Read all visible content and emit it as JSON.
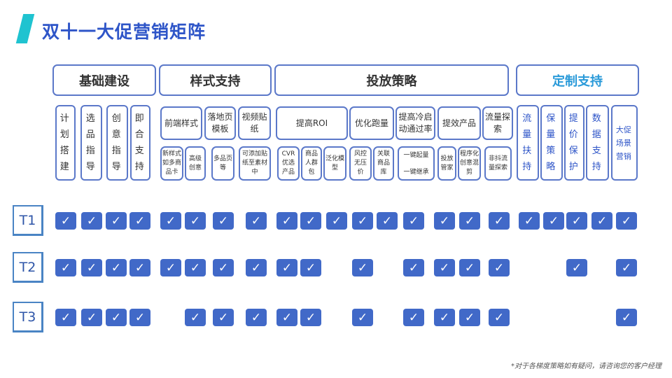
{
  "title": "双十一大促营销矩阵",
  "groups": [
    "基础建设",
    "样式支持",
    "投放策略",
    "定制支持"
  ],
  "subgroups": [
    "前端样式",
    "落地页模板",
    "视频贴纸",
    "提高ROI",
    "优化跑量",
    "提高冷启动通过率",
    "提效产品",
    "流量探索"
  ],
  "columns": [
    "计划搭建",
    "选品指导",
    "创意指导",
    "即合支持",
    "新样式如多商品卡",
    "高级创意",
    "多品页等",
    "可添加贴纸至素材中",
    "CVR优选产品",
    "商品人群包",
    "泛化模型",
    "风控无压价",
    "关联商品库",
    "一键起量 一键继承",
    "投放管家",
    "程序化创意混剪",
    "非抖流量探索",
    "流量扶持",
    "保量策略",
    "提价保护",
    "数据支持",
    "大促场景营销"
  ],
  "check_symbol": "✓",
  "tiers": [
    {
      "label": "T1",
      "support": [
        1,
        1,
        1,
        1,
        1,
        1,
        1,
        1,
        1,
        1,
        1,
        1,
        1,
        1,
        1,
        1,
        1,
        1,
        1,
        1,
        1,
        1
      ]
    },
    {
      "label": "T2",
      "support": [
        1,
        1,
        1,
        1,
        1,
        1,
        1,
        1,
        1,
        1,
        0,
        1,
        0,
        1,
        1,
        1,
        1,
        0,
        0,
        1,
        0,
        1
      ]
    },
    {
      "label": "T3",
      "support": [
        1,
        1,
        1,
        1,
        0,
        1,
        1,
        1,
        1,
        1,
        0,
        1,
        0,
        1,
        1,
        1,
        1,
        0,
        0,
        0,
        0,
        1
      ]
    }
  ],
  "footnote": "*对于各梯度策略如有疑问，请咨询您的客户经理",
  "colors": {
    "accent": "#2e55c8",
    "check": "#4169c8",
    "border": "#5b78c9",
    "bar": "#1fc3d0"
  }
}
